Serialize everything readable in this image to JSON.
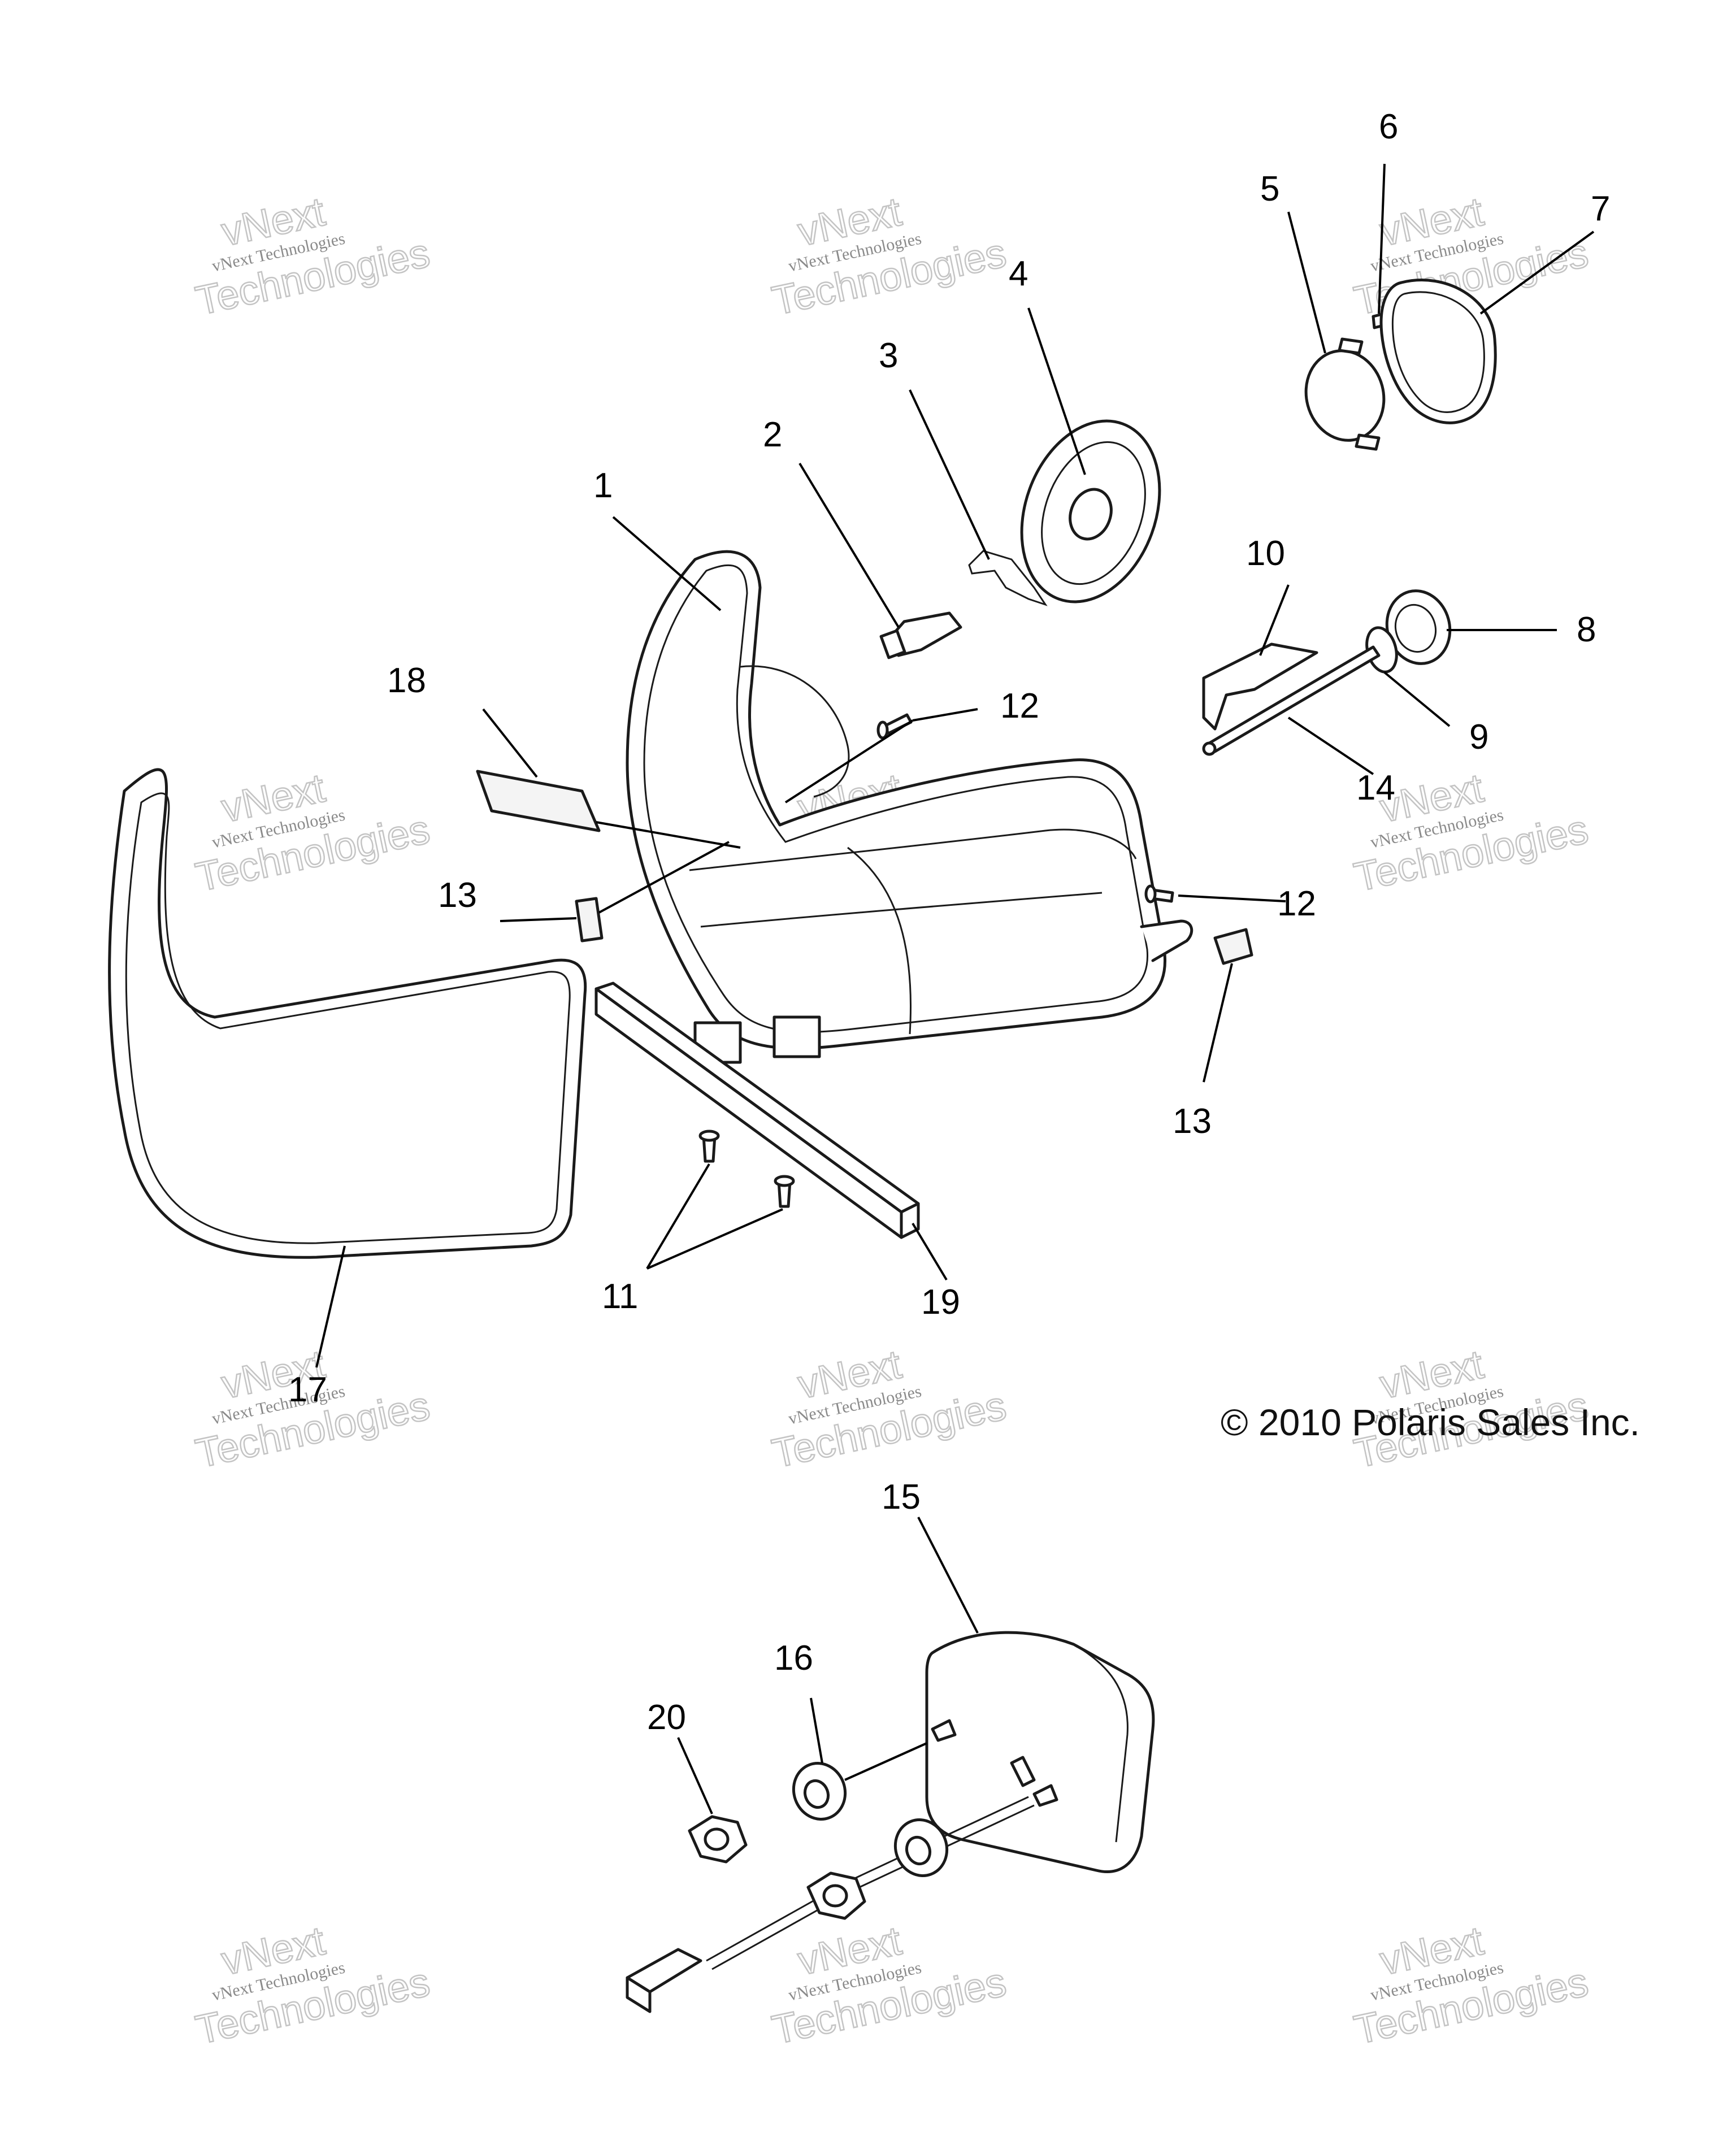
{
  "callouts": {
    "c1": "1",
    "c2": "2",
    "c3": "3",
    "c4": "4",
    "c5": "5",
    "c6": "6",
    "c7": "7",
    "c8": "8",
    "c9": "9",
    "c10": "10",
    "c11": "11",
    "c12a": "12",
    "c12b": "12",
    "c13a": "13",
    "c13b": "13",
    "c14": "14",
    "c15": "15",
    "c16": "16",
    "c17": "17",
    "c18": "18",
    "c19": "19",
    "c20": "20"
  },
  "copyright": "© 2010 Polaris Sales Inc.",
  "watermark": {
    "small": "vNext Technologies",
    "top": "vNext",
    "bottom": "Technologies"
  },
  "colors": {
    "line": "#1a1a1a",
    "watermark": "#c4c4c4",
    "background": "#ffffff"
  }
}
